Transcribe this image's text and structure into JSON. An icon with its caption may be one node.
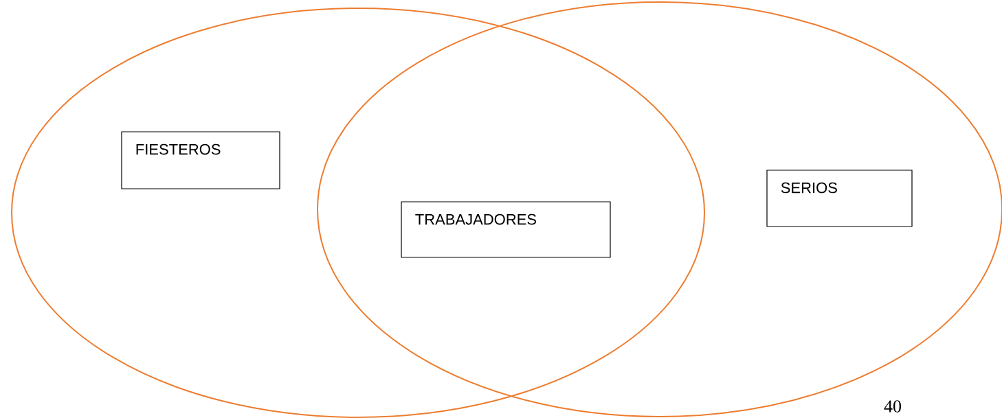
{
  "diagram": {
    "nodes": [
      {
        "text": [],
        "shape": "ellipse"
      },
      {
        "text": [],
        "shape": "ellipse"
      },
      {
        "text": [
          "FIESTEROS"
        ],
        "in": 0
      },
      {
        "text": [
          "TRABAJADORES"
        ]
      },
      {
        "text": [
          "SERIOS"
        ],
        "in": 1
      }
    ],
    "labels": [
      "40"
    ]
  }
}
